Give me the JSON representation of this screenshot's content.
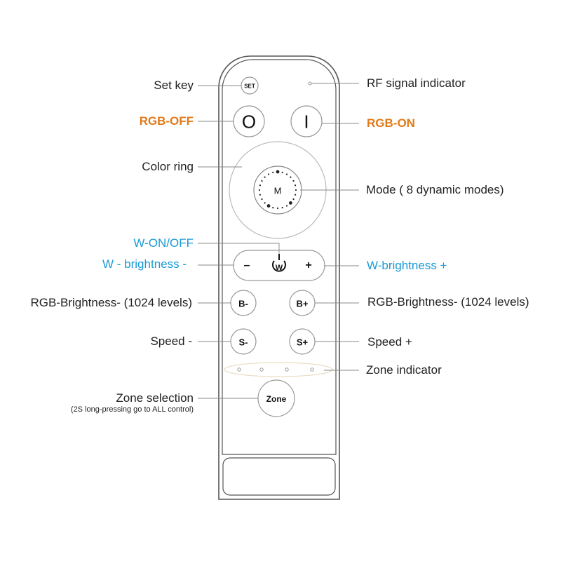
{
  "labels": {
    "set_key": "Set key",
    "rf_signal": "RF  signal  indicator",
    "rgb_off": "RGB-OFF",
    "rgb_on": "RGB-ON",
    "color_ring": "Color ring",
    "mode": "Mode (  8  dynamic modes)",
    "w_onoff": "W-ON/OFF",
    "w_brightness_minus": "W - brightness -",
    "w_brightness_plus": "W-brightness +",
    "rgb_brightness_minus": "RGB-Brightness- (1024 levels)",
    "rgb_brightness_plus": "RGB-Brightness- (1024 levels)",
    "speed_minus": "Speed -",
    "speed_plus": "Speed +",
    "zone_indicator": "Zone indicator",
    "zone_selection": "Zone selection",
    "zone_selection_note": "(2S long-pressing go to ALL control)"
  },
  "buttons": {
    "set": "SET",
    "off": "O",
    "on": "I",
    "mode": "M",
    "w": "W",
    "w_minus": "–",
    "w_plus": "+",
    "b_minus": "B-",
    "b_plus": "B+",
    "s_minus": "S-",
    "s_plus": "S+",
    "zone": "Zone"
  },
  "colors": {
    "orange": "#e07b1a",
    "blue": "#1a9ad6"
  }
}
